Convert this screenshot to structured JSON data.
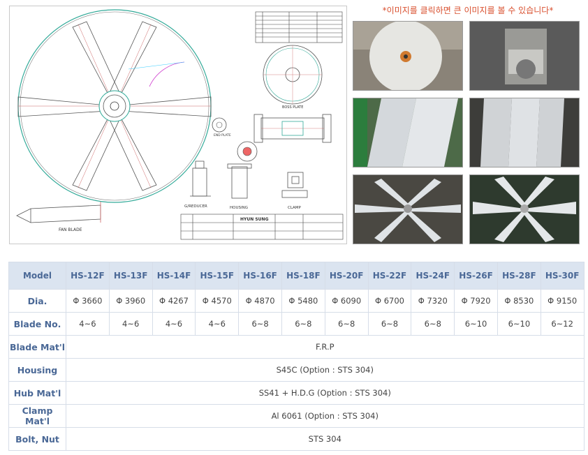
{
  "notice": "*이미지를 클릭하면 큰 이미지를 볼 수 있습니다*",
  "drawing": {
    "labels": {
      "fan_blade": "FAN BLADE",
      "boss_plate": "BOSS PLATE",
      "end_plate": "END PLATE",
      "reducer": "G/REDUCER",
      "housing": "HOUSING",
      "clamp": "CLAMP",
      "company": "HYUN SUNG"
    }
  },
  "photos": [
    {
      "name": "photo-hub-disc"
    },
    {
      "name": "photo-housing-assembly"
    },
    {
      "name": "photo-blades-stack-1"
    },
    {
      "name": "photo-blades-stack-2"
    },
    {
      "name": "photo-fan-installed-1"
    },
    {
      "name": "photo-fan-installed-2"
    }
  ],
  "table": {
    "model_label": "Model",
    "models": [
      "HS-12F",
      "HS-13F",
      "HS-14F",
      "HS-15F",
      "HS-16F",
      "HS-18F",
      "HS-20F",
      "HS-22F",
      "HS-24F",
      "HS-26F",
      "HS-28F",
      "HS-30F"
    ],
    "dia_label": "Dia.",
    "dia": [
      "Φ 3660",
      "Φ 3960",
      "Φ 4267",
      "Φ 4570",
      "Φ 4870",
      "Φ 5480",
      "Φ 6090",
      "Φ 6700",
      "Φ 7320",
      "Φ 7920",
      "Φ 8530",
      "Φ 9150"
    ],
    "blade_no_label": "Blade No.",
    "blade_no": [
      "4~6",
      "4~6",
      "4~6",
      "4~6",
      "6~8",
      "6~8",
      "6~8",
      "6~8",
      "6~8",
      "6~10",
      "6~10",
      "6~12"
    ],
    "blade_mat_label": "Blade Mat'l",
    "blade_mat": "F.R.P",
    "housing_label": "Housing",
    "housing": "S45C (Option : STS 304)",
    "hub_mat_label": "Hub Mat'l",
    "hub_mat": "SS41 + H.D.G (Option : STS 304)",
    "clamp_mat_label": "Clamp Mat'l",
    "clamp_mat": "Al 6061 (Option : STS 304)",
    "bolt_label": "Bolt, Nut",
    "bolt": "STS 304"
  }
}
